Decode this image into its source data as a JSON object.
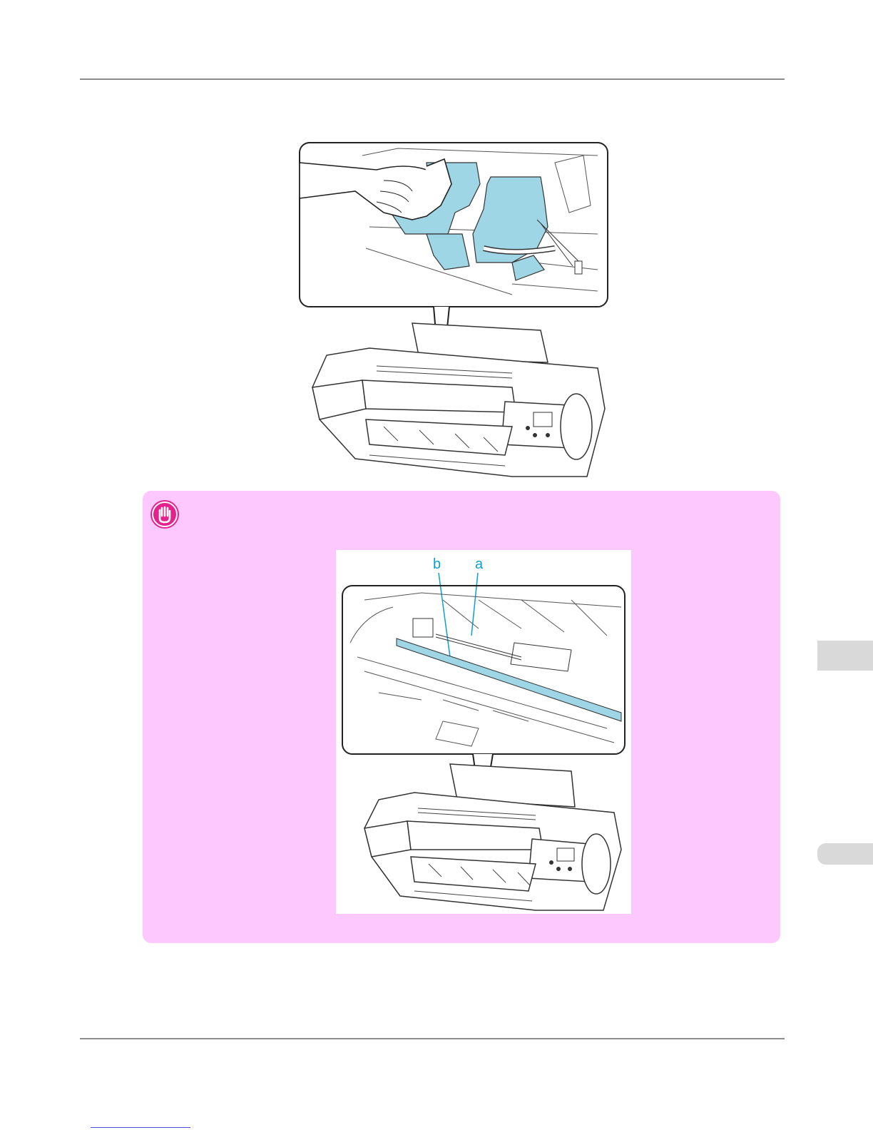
{
  "figure_1": {
    "icon": "printer-carriage-cleaning-illustration"
  },
  "important_note": {
    "icon": "important-hand-icon",
    "accent_color": "#e6218e",
    "background_color": "#fdc8fd",
    "figure_2": {
      "callout_a": "a",
      "callout_b": "b",
      "callout_color": "#0a9fd8"
    }
  }
}
